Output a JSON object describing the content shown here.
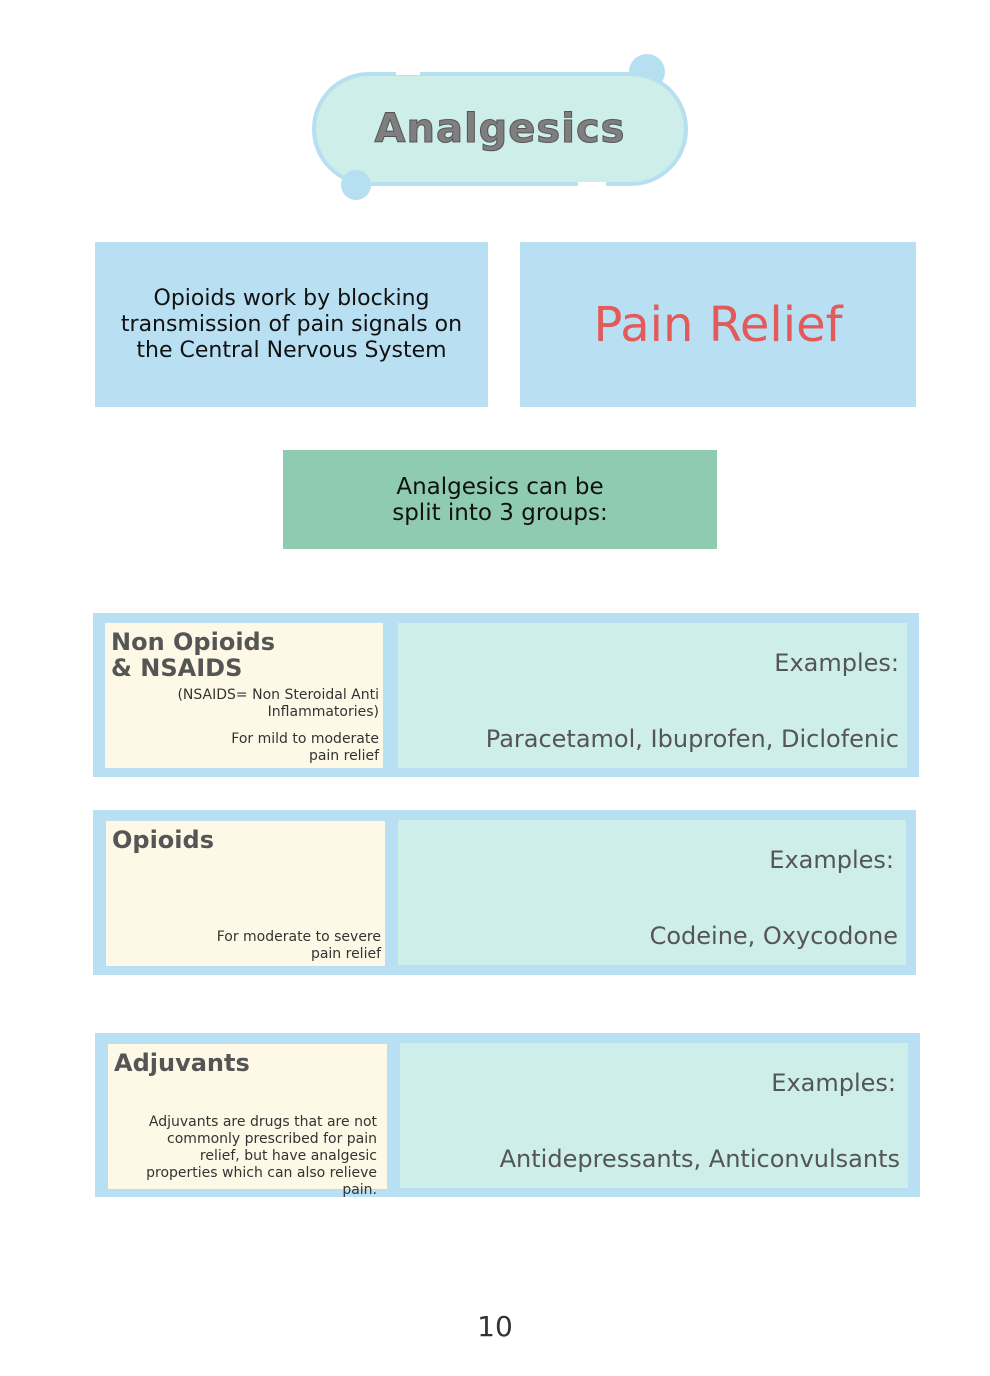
{
  "page": {
    "title": "Analgesics",
    "page_number": "10"
  },
  "info": {
    "mechanism": "Opioids work by blocking transmission of pain signals on the Central Nervous System",
    "purpose": "Pain Relief"
  },
  "split_note": "Analgesics can be split into 3 groups:",
  "groups": [
    {
      "name": "Non Opioids & NSAIDS",
      "definition": "(NSAIDS= Non Steroidal Anti Inflammatories)",
      "use": "For mild to moderate pain relief",
      "examples_label": "Examples:",
      "examples": "Paracetamol, Ibuprofen, Diclofenic"
    },
    {
      "name": "Opioids",
      "use": "For moderate to severe pain relief",
      "examples_label": "Examples:",
      "examples": "Codeine, Oxycodone"
    },
    {
      "name": "Adjuvants",
      "use": "Adjuvants are drugs that are not commonly prescribed for pain relief, but have analgesic properties which can also relieve pain.",
      "examples_label": "Examples:",
      "examples": "Antidepressants, Anticonvulsants"
    }
  ],
  "colors": {
    "pill_fill": "#cdeee9",
    "pill_border": "#b7dff2",
    "info_box": "#b9e0f2",
    "pain_relief_text": "#e35a5a",
    "split_box": "#8ecbb1",
    "left_card": "#fdf9e6",
    "right_card": "#cdeee9"
  }
}
